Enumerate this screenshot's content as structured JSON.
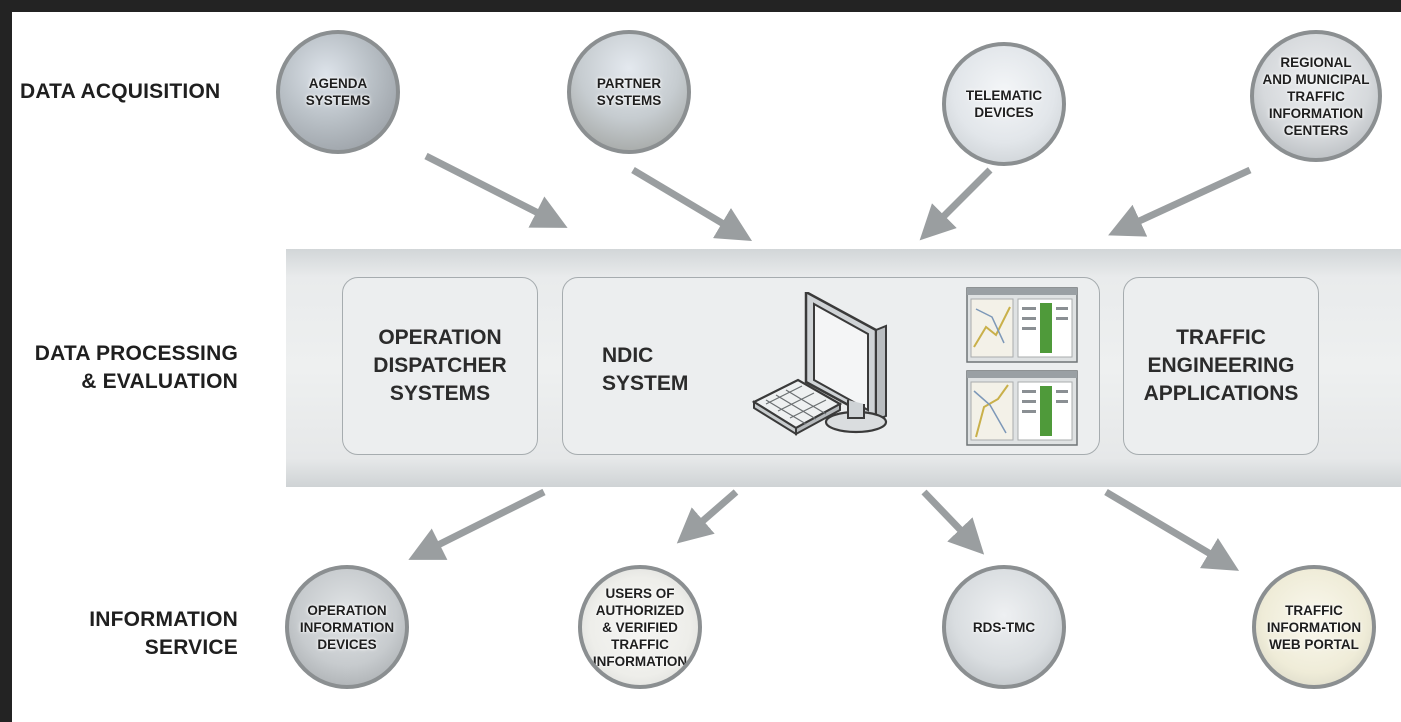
{
  "labels": {
    "data_acquisition": "DATA ACQUISITION",
    "data_processing_line1": "DATA PROCESSING",
    "data_processing_line2": "& EVALUATION",
    "information_service_line1": "INFORMATION",
    "information_service_line2": "SERVICE"
  },
  "sources": [
    {
      "lines": [
        "AGENDA",
        "SYSTEMS"
      ]
    },
    {
      "lines": [
        "PARTNER",
        "SYSTEMS"
      ]
    },
    {
      "lines": [
        "TELEMATIC",
        "DEVICES"
      ]
    },
    {
      "lines": [
        "REGIONAL",
        "AND MUNICIPAL",
        "TRAFFIC",
        "INFORMATION",
        "CENTERS"
      ]
    }
  ],
  "processing": {
    "operation_dispatcher": [
      "OPERATION",
      "DISPATCHER",
      "SYSTEMS"
    ],
    "ndic": [
      "NDIC",
      "SYSTEM"
    ],
    "traffic_engineering": [
      "TRAFFIC",
      "ENGINEERING",
      "APPLICATIONS"
    ]
  },
  "outputs": [
    {
      "lines": [
        "OPERATION",
        "INFORMATION",
        "DEVICES"
      ]
    },
    {
      "lines": [
        "USERS OF",
        "AUTHORIZED",
        "& VERIFIED",
        "TRAFFIC",
        "INFORMATION"
      ]
    },
    {
      "lines": [
        "RDS-TMC"
      ]
    },
    {
      "lines": [
        "TRAFFIC",
        "INFORMATION",
        "WEB PORTAL"
      ]
    }
  ],
  "colors": {
    "arrow": "#9a9ea0",
    "circle_border": "#8b8f91",
    "band": "#eceeef",
    "text": "#1f1f1f"
  }
}
